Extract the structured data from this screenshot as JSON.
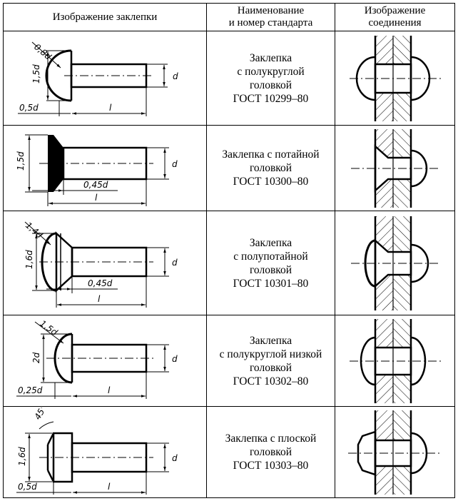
{
  "header": {
    "col1": "Изображение заклепки",
    "col2": [
      "Наименование",
      "и номер стандарта"
    ],
    "col3": [
      "Изображение",
      "соединения"
    ]
  },
  "rows": [
    {
      "name_lines": [
        "Заклепка",
        "с полукруглой",
        "головкой",
        "ГОСТ 10299–80"
      ],
      "dims": {
        "head_r": "0,8d",
        "head_h": "1,5d",
        "offset": "0,5d",
        "length": "l",
        "dia": "d"
      }
    },
    {
      "name_lines": [
        "Заклепка с потайной",
        "головкой",
        "ГОСТ 10300–80"
      ],
      "dims": {
        "head_h": "1,5d",
        "chamfer": "0,45d",
        "length": "l",
        "dia": "d"
      }
    },
    {
      "name_lines": [
        "Заклепка",
        "с полупотайной",
        "головкой",
        "ГОСТ 10301–80"
      ],
      "dims": {
        "head_r": "1,4d",
        "head_h": "1,6d",
        "chamfer": "0,45d",
        "length": "l",
        "dia": "d"
      }
    },
    {
      "name_lines": [
        "Заклепка",
        "с полукруглой низкой",
        "головкой",
        "ГОСТ 10302–80"
      ],
      "dims": {
        "head_r": "1,5d",
        "head_h": "2d",
        "offset": "0,25d",
        "length": "l",
        "dia": "d"
      }
    },
    {
      "name_lines": [
        "Заклепка с плоской",
        "головкой",
        "ГОСТ 10303–80"
      ],
      "dims": {
        "angle": "45°",
        "head_h": "1,6d",
        "offset": "0,5d",
        "length": "l",
        "dia": "d"
      }
    }
  ]
}
